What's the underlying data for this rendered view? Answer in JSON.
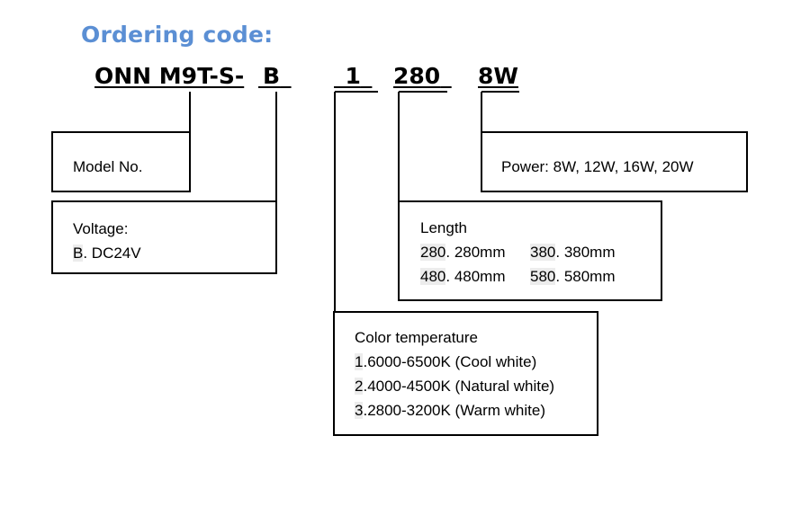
{
  "title": "Ordering code:",
  "code": {
    "model": "ONN M9T-S-",
    "voltage": "B",
    "color": "1",
    "length": "280",
    "power": "8W"
  },
  "boxes": {
    "model": {
      "label": "Model No."
    },
    "voltage": {
      "label": "Voltage:",
      "option_code": "B",
      "option_text": ". DC24V"
    },
    "power": {
      "label": "Power: 8W, 12W, 16W, 20W"
    },
    "length": {
      "label": "Length",
      "options": [
        {
          "code": "280",
          "text": ". 280mm"
        },
        {
          "code": "380",
          "text": ". 380mm"
        },
        {
          "code": "480",
          "text": ". 480mm"
        },
        {
          "code": "580",
          "text": ". 580mm"
        }
      ]
    },
    "color": {
      "label": "Color temperature",
      "options": [
        {
          "code": "1",
          "text": ".6000-6500K (Cool white)"
        },
        {
          "code": "2",
          "text": ".4000-4500K (Natural white)"
        },
        {
          "code": "3",
          "text": ".2800-3200K (Warm white)"
        }
      ]
    }
  }
}
